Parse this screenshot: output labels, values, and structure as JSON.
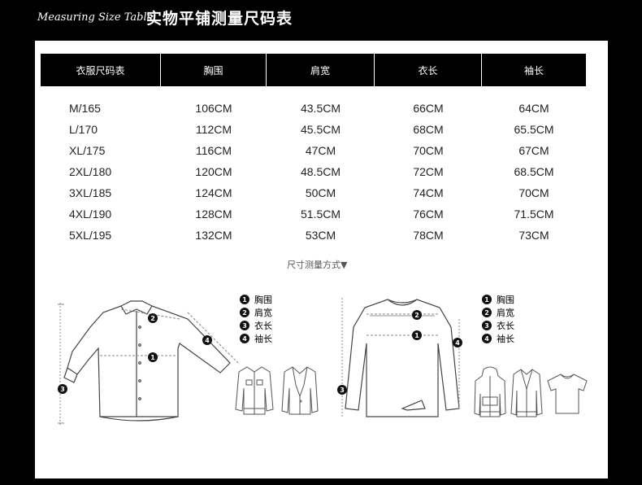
{
  "header": {
    "en_title": "Measuring Size Table",
    "cn_title": "实物平铺测量尺码表"
  },
  "table": {
    "headers": [
      "衣服尺码表",
      "胸围",
      "肩宽",
      "衣长",
      "袖长"
    ],
    "rows": [
      [
        "M/165",
        "106CM",
        "43.5CM",
        "66CM",
        "64CM"
      ],
      [
        "L/170",
        "112CM",
        "45.5CM",
        "68CM",
        "65.5CM"
      ],
      [
        "XL/175",
        "116CM",
        "47CM",
        "70CM",
        "67CM"
      ],
      [
        "2XL/180",
        "120CM",
        "48.5CM",
        "72CM",
        "68.5CM"
      ],
      [
        "3XL/185",
        "124CM",
        "50CM",
        "74CM",
        "70CM"
      ],
      [
        "4XL/190",
        "128CM",
        "51.5CM",
        "76CM",
        "71.5CM"
      ],
      [
        "5XL/195",
        "132CM",
        "53CM",
        "78CM",
        "73CM"
      ]
    ]
  },
  "howto_label": "尺寸测量方式▼",
  "legend_left": [
    {
      "num": "1",
      "label": "胸围"
    },
    {
      "num": "2",
      "label": "肩宽"
    },
    {
      "num": "3",
      "label": "衣长"
    },
    {
      "num": "4",
      "label": "袖长"
    }
  ],
  "legend_right": [
    {
      "num": "1",
      "label": "胸围"
    },
    {
      "num": "2",
      "label": "肩宽"
    },
    {
      "num": "3",
      "label": "衣长"
    },
    {
      "num": "4",
      "label": "袖长"
    }
  ],
  "diagram_markers": {
    "chest": "1",
    "shoulder": "2",
    "length": "3",
    "sleeve": "4"
  },
  "icons": [
    "shirt-diagram-icon",
    "sweater-diagram-icon",
    "denim-jacket-icon",
    "blazer-icon",
    "hoodie-icon",
    "cardigan-icon",
    "tshirt-icon"
  ]
}
